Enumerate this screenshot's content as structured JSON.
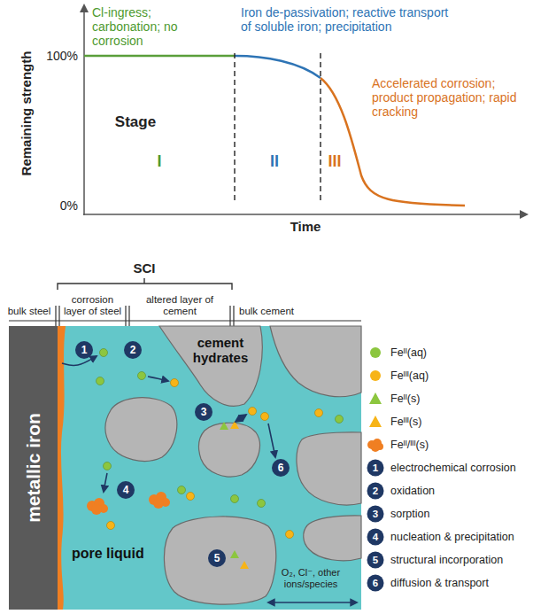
{
  "diagram": {
    "nodes": [
      {
        "text": [
          "metallic iron"
        ]
      },
      {
        "text": [
          "pore liquid"
        ]
      },
      {
        "text": [
          "cement hydrates"
        ],
        "in": 1
      },
      {
        "text": [
          "1"
        ],
        "in": 1
      },
      {
        "text": [
          "2"
        ],
        "in": 1
      },
      {
        "text": [
          "3"
        ],
        "in": 1
      },
      {
        "text": [
          "4"
        ],
        "in": 1
      },
      {
        "text": [
          "5"
        ],
        "in": 1
      },
      {
        "text": [
          "6"
        ],
        "in": 1
      }
    ],
    "labels": [
      "Cl-ingress; carbonation; no corrosion",
      "Iron de-passivation; reactive transport of soluble iron; precipitation",
      "Accelerated corrosion; product propagation; rapid cracking",
      "Remaining strength",
      "100%",
      "0%",
      "Time",
      "Stage",
      "I",
      "II",
      "III",
      "SCI",
      "bulk steel",
      "corrosion layer of steel",
      "altered layer of cement",
      "bulk cement",
      "O₂, Cl⁻, other ions/species",
      "1",
      "2",
      "3",
      "4",
      "5",
      "6"
    ],
    "legend": [
      {
        "text": "Feᴵᴵ(aq)",
        "color": "#8cc63f"
      },
      {
        "text": "Feᴵᴵᴵ(aq)",
        "color": "#f7b418"
      },
      {
        "text": "Feᴵᴵ(s)",
        "color": "#8cc63f"
      },
      {
        "text": "Feᴵᴵᴵ(s)",
        "color": "#f7b418"
      },
      {
        "text": "Feᴵᴵ/ᴵᴵᴵ(s)",
        "color": "#f07f22"
      },
      {
        "text": "electrochemical corrosion",
        "color": "#1f3864"
      },
      {
        "text": "oxidation",
        "color": "#1f3864"
      },
      {
        "text": "sorption",
        "color": "#1f3864"
      },
      {
        "text": "nucleation & precipitation",
        "color": "#1f3864"
      },
      {
        "text": "structural incorporation",
        "color": "#1f3864"
      },
      {
        "text": "diffusion & transport",
        "color": "#1f3864"
      }
    ]
  }
}
